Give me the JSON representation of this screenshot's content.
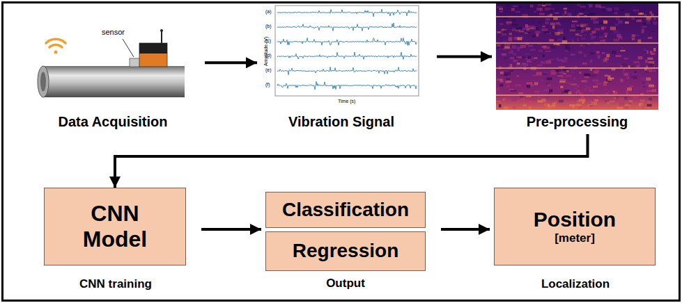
{
  "diagram": {
    "nodes": [
      {
        "text": [
          "Data Acquisition"
        ]
      },
      {
        "text": [
          "Vibration Signal"
        ]
      },
      {
        "text": [
          "Pre-processing"
        ]
      },
      {
        "text": [
          "CNN Model",
          "CNN training"
        ]
      },
      {
        "text": [
          "Output"
        ]
      },
      {
        "text": [
          "Classification"
        ],
        "in": 4
      },
      {
        "text": [
          "Regression"
        ],
        "in": 4
      },
      {
        "text": [
          "Position",
          "[meter]",
          "Localization"
        ]
      }
    ],
    "edges": [
      {
        "from": 0,
        "to": 1,
        "arrow": "to"
      },
      {
        "from": 1,
        "to": 2,
        "arrow": "to"
      },
      {
        "from": 2,
        "to": 3,
        "arrow": "to"
      },
      {
        "from": 3,
        "to": 4,
        "arrow": "to"
      },
      {
        "from": 4,
        "to": 7,
        "arrow": "to"
      }
    ],
    "labels": [
      "sensor",
      "(a)",
      "(b)",
      "(c)",
      "(d)",
      "(e)",
      "(f)",
      "Amplitude (V)",
      "Time (s)"
    ]
  }
}
